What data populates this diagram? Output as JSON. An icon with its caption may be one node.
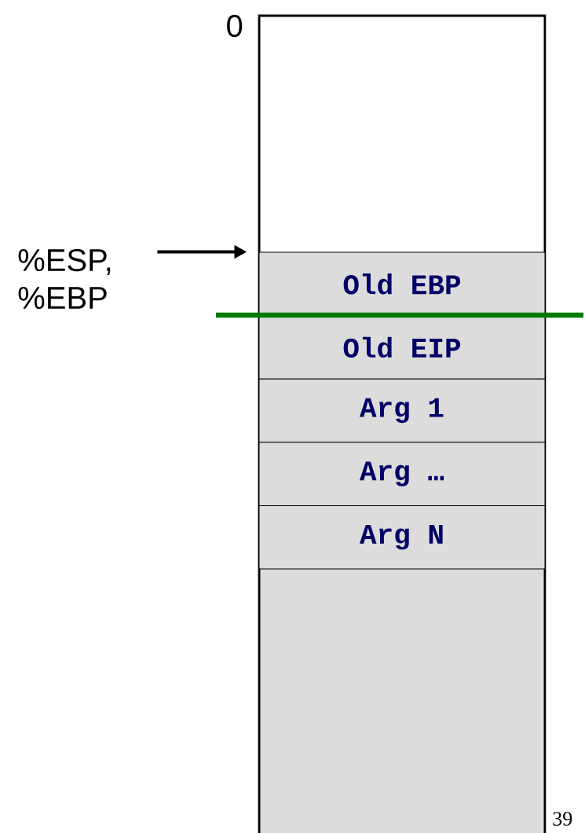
{
  "diagram": {
    "nodes": [
      {
        "text": [
          "%ESP, %EBP"
        ]
      },
      {
        "text": [
          "Old EBP"
        ]
      },
      {
        "text": [
          "Old EIP"
        ]
      },
      {
        "text": [
          "Arg 1"
        ]
      },
      {
        "text": [
          "Arg …"
        ]
      },
      {
        "text": [
          "Arg N"
        ]
      }
    ],
    "edges": [
      {
        "from": 0,
        "to": 1,
        "arrow": "to"
      }
    ],
    "labels": [
      "0",
      "39"
    ]
  }
}
